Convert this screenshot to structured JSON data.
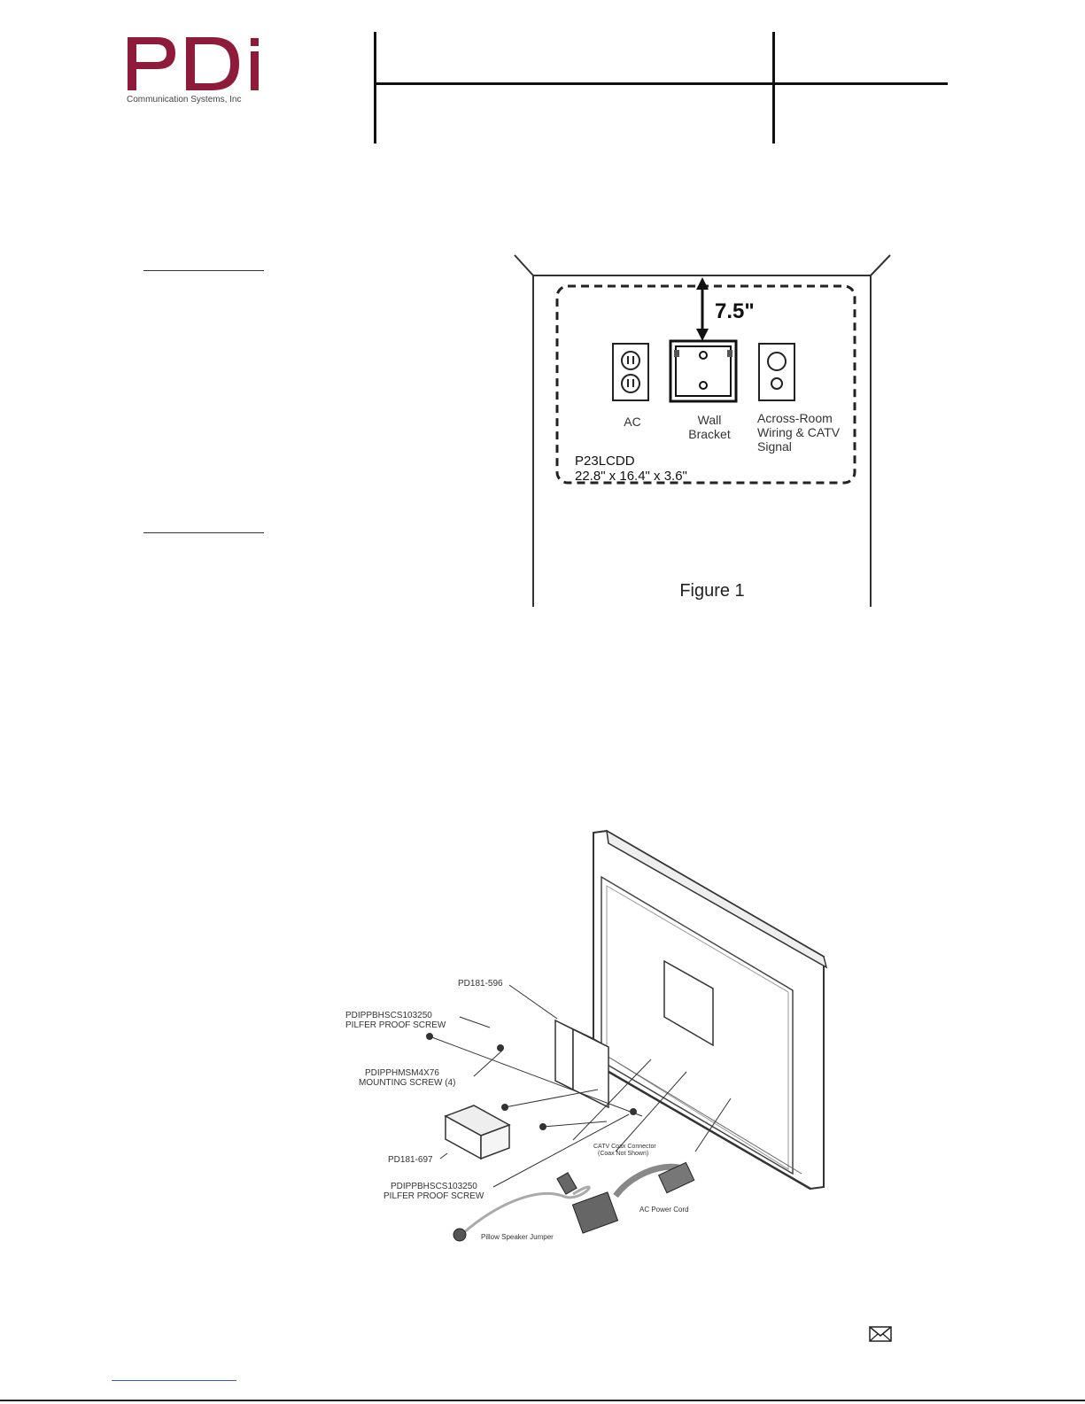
{
  "header": {
    "logo": {
      "brand": "PDi",
      "subtitle": "Communication Systems, Inc"
    }
  },
  "figure1": {
    "dimension": "7.5\"",
    "labels": {
      "ac": "AC",
      "wall_bracket": [
        "Wall",
        "Bracket"
      ],
      "across_room": [
        "Across-Room",
        "Wiring & CATV",
        "Signal"
      ],
      "model": "P23LCDD",
      "model_size": "22.8\" x 16.4\" x 3.6\"",
      "caption": "Figure 1"
    }
  },
  "figure2": {
    "callouts": {
      "pd181_596": "PD181-596",
      "screw_a_line1": "PDIPPBHSCS103250",
      "screw_a_line2": "PILFER PROOF SCREW",
      "mount_line1": "PDIPPHMSM4X76",
      "mount_line2": "MOUNTING SCREW (4)",
      "pd181_697": "PD181-697",
      "screw_b_line1": "PDIPPBHSCS103250",
      "screw_b_line2": "PILFER PROOF SCREW",
      "catv_line1": "CATV Coax Connector",
      "catv_line2": "(Coax Not Shown)",
      "ac_cord": "AC Power Cord",
      "pillow": "Pillow Speaker Jumper"
    }
  },
  "footer": {
    "mail_icon": "envelope-icon"
  }
}
